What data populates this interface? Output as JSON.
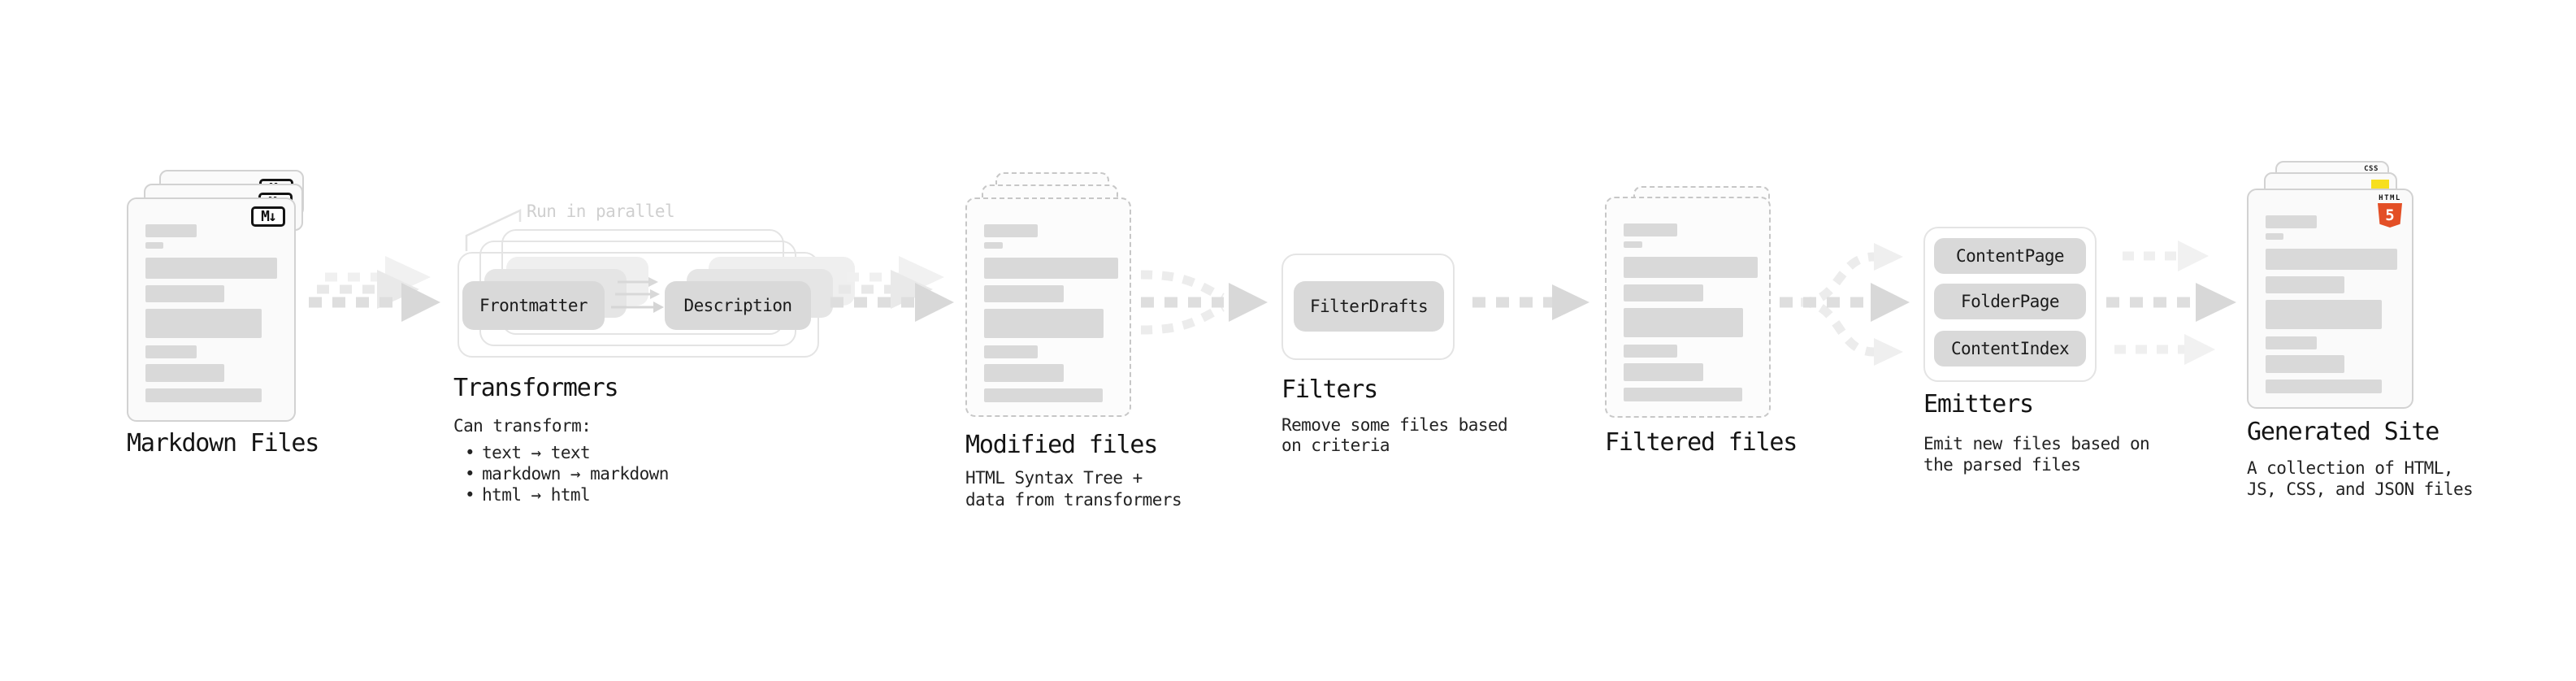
{
  "canvas": {
    "background": "#ffffff"
  },
  "colors": {
    "html5_orange": "#e34f26",
    "js_yellow": "#f7df1e",
    "css_blue": "#2062af",
    "pill_gray": "#d9d9d9",
    "arrow_gray": "#d8d8d8",
    "text_dark": "#161616",
    "note_gray": "#cfcfcf"
  },
  "nodes": {
    "markdown": {
      "label": "Markdown Files",
      "icon": "M↓"
    },
    "transformers": {
      "title": "Transformers",
      "note": "Run in parallel",
      "pill_left": "Frontmatter",
      "pill_right": "Description",
      "desc_heading": "Can transform:",
      "bullet_char": "•",
      "bullets": [
        "text → text",
        "markdown → markdown",
        "html → html"
      ]
    },
    "modified": {
      "label": "Modified files",
      "desc_lines": [
        "HTML Syntax Tree +",
        "data from transformers"
      ]
    },
    "filters": {
      "title": "Filters",
      "pill": "FilterDrafts",
      "desc_lines": [
        "Remove some files based",
        "on criteria"
      ]
    },
    "filtered": {
      "label": "Filtered files"
    },
    "emitters": {
      "title": "Emitters",
      "pills": [
        "ContentPage",
        "FolderPage",
        "ContentIndex"
      ],
      "desc_lines": [
        "Emit new files based on",
        "the parsed files"
      ]
    },
    "generated": {
      "label": "Generated Site",
      "badges": {
        "css": "CSS",
        "html_word": "HTML",
        "html5_number": "5"
      },
      "desc_lines": [
        "A collection of HTML,",
        "JS, CSS, and JSON files"
      ]
    }
  }
}
